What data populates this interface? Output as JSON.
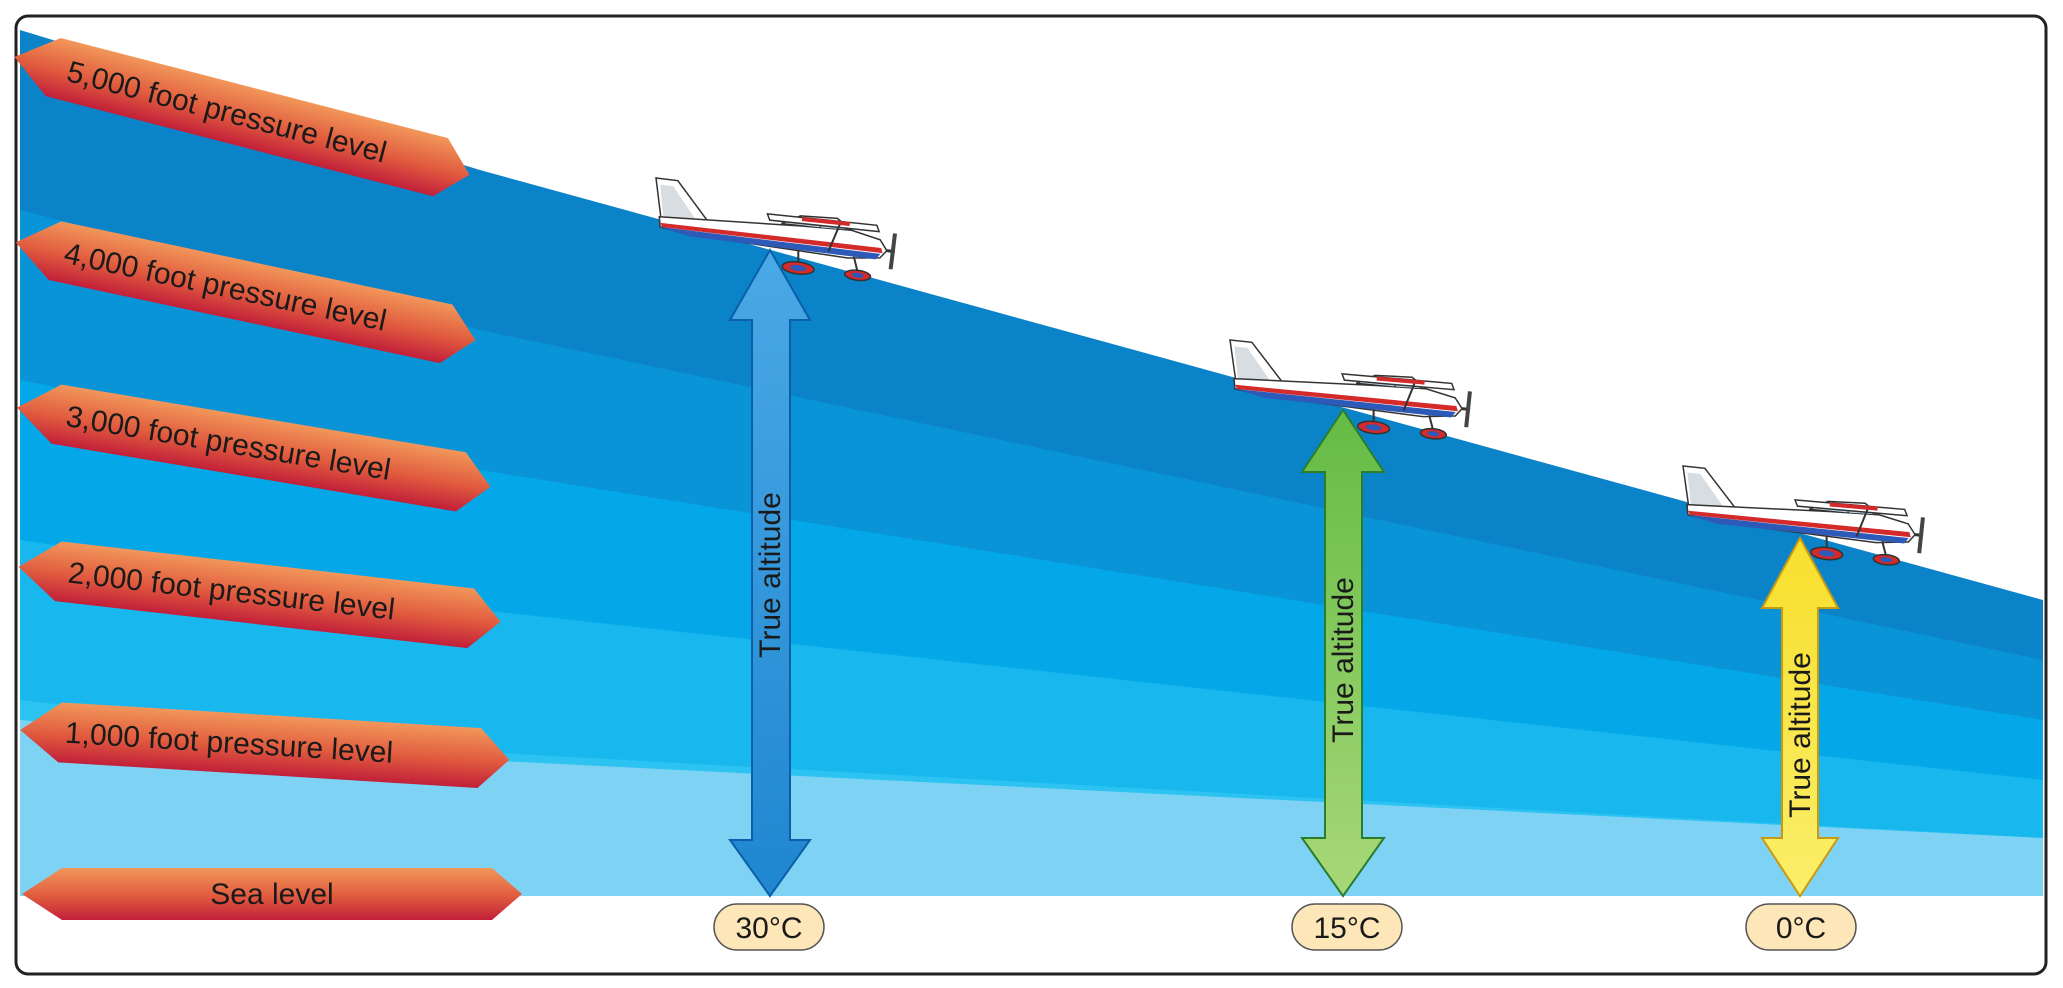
{
  "pressure_levels": [
    {
      "label": "5,000 foot pressure level"
    },
    {
      "label": "4,000 foot pressure level"
    },
    {
      "label": "3,000 foot pressure level"
    },
    {
      "label": "2,000 foot pressure level"
    },
    {
      "label": "1,000 foot pressure level"
    },
    {
      "label": "Sea level"
    }
  ],
  "columns": [
    {
      "temperature": "30°C",
      "altitude_label": "True altitude",
      "arrow_color": "#1e88d2"
    },
    {
      "temperature": "15°C",
      "altitude_label": "True altitude",
      "arrow_color": "#59b446"
    },
    {
      "temperature": "0°C",
      "altitude_label": "True altitude",
      "arrow_color": "#f4d41f"
    }
  ],
  "colors": {
    "band_top": "#0b83c8",
    "band_2": "#0d95d8",
    "band_3": "#0ba6e4",
    "band_4": "#19b7ee",
    "band_5": "#36c2f2",
    "band_sea": "#7ed3f4",
    "label_arrow_top": "#f2945a",
    "label_arrow_bottom": "#c8243a",
    "temp_badge": "#fde6b7"
  }
}
